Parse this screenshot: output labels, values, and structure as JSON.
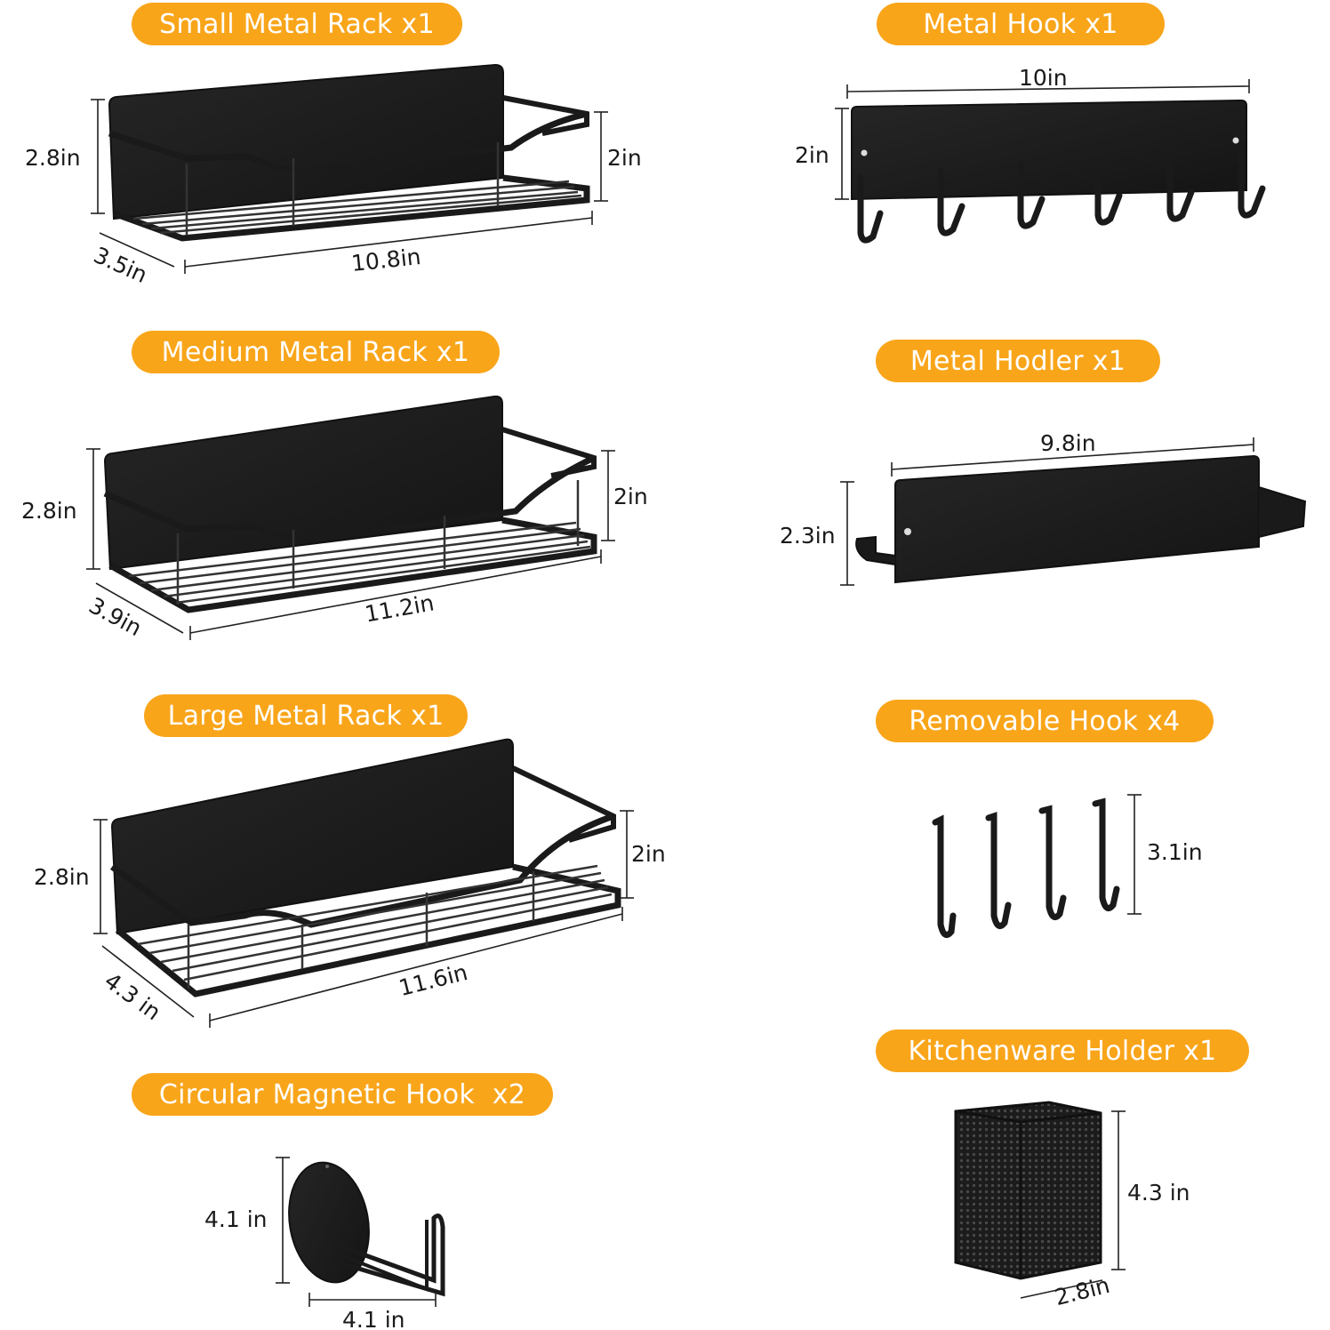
{
  "accent_color": "#F9A51A",
  "product_color": "#1E1E1E",
  "items": [
    {
      "label": "Small Metal Rack x1",
      "icon": "small-metal-rack-icon",
      "dims": {
        "height": "2.8in",
        "inner_height": "2in",
        "depth": "3.5in",
        "width": "10.8in"
      }
    },
    {
      "label": "Medium Metal Rack x1",
      "icon": "medium-metal-rack-icon",
      "dims": {
        "height": "2.8in",
        "inner_height": "2in",
        "depth": "3.9in",
        "width": "11.2in"
      }
    },
    {
      "label": "Large Metal Rack x1",
      "icon": "large-metal-rack-icon",
      "dims": {
        "height": "2.8in",
        "inner_height": "2in",
        "depth": "4.3 in",
        "width": "11.6in"
      }
    },
    {
      "label": "Circular Magnetic Hook  x2",
      "icon": "circular-magnetic-hook-icon",
      "dims": {
        "height": "4.1 in",
        "width": "4.1 in"
      }
    },
    {
      "label": "Metal Hook x1",
      "icon": "metal-hook-bar-icon",
      "dims": {
        "width": "10in",
        "height": "2in"
      }
    },
    {
      "label": "Metal Hodler x1",
      "icon": "metal-holder-icon",
      "dims": {
        "width": "9.8in",
        "height": "2.3in"
      }
    },
    {
      "label": "Removable Hook x4",
      "icon": "removable-hook-icon",
      "dims": {
        "height": "3.1in"
      }
    },
    {
      "label": "Kitchenware Holder x1",
      "icon": "kitchenware-holder-icon",
      "dims": {
        "height": "4.3 in",
        "width": "2.8in"
      }
    }
  ]
}
